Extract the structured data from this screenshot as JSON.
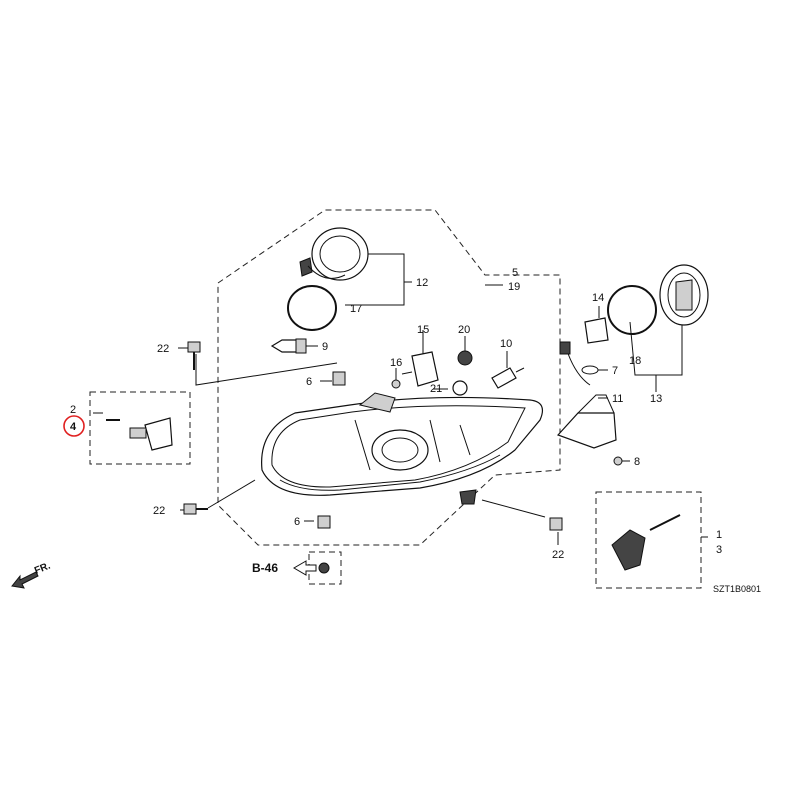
{
  "diagram": {
    "labels": {
      "p1": "1",
      "p2": "2",
      "p3": "3",
      "p4": "4",
      "p5": "5",
      "p6a": "6",
      "p6b": "6",
      "p7": "7",
      "p8": "8",
      "p9": "9",
      "p10": "10",
      "p11": "11",
      "p12": "12",
      "p13": "13",
      "p14": "14",
      "p15": "15",
      "p16": "16",
      "p17": "17",
      "p18": "18",
      "p19": "19",
      "p20": "20",
      "p21": "21",
      "p22a": "22",
      "p22b": "22",
      "p22c": "22"
    },
    "ref_arrow_label": "B-46",
    "front_arrow_label": "FR.",
    "diagram_code": "SZT1B0801",
    "highlight_color": "#e02020"
  }
}
